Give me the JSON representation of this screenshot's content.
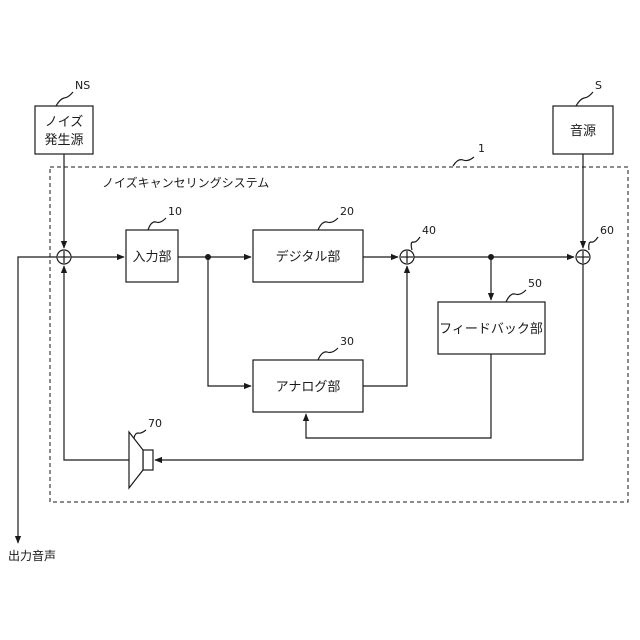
{
  "blocks": {
    "noise_source": {
      "line1": "ノイズ",
      "line2": "発生源",
      "ref": "NS"
    },
    "sound_source": {
      "label": "音源",
      "ref": "S"
    },
    "input_unit": {
      "label": "入力部",
      "ref": "10"
    },
    "digital_unit": {
      "label": "デジタル部",
      "ref": "20"
    },
    "analog_unit": {
      "label": "アナログ部",
      "ref": "30"
    },
    "feedback_unit": {
      "label": "フィードバック部",
      "ref": "50"
    }
  },
  "adders": {
    "first": {
      "ref": ""
    },
    "second": {
      "ref": "40"
    },
    "third": {
      "ref": "60"
    }
  },
  "speaker": {
    "ref": "70"
  },
  "system": {
    "label": "ノイズキャンセリングシステム",
    "ref": "1"
  },
  "output": {
    "label": "出力音声"
  }
}
